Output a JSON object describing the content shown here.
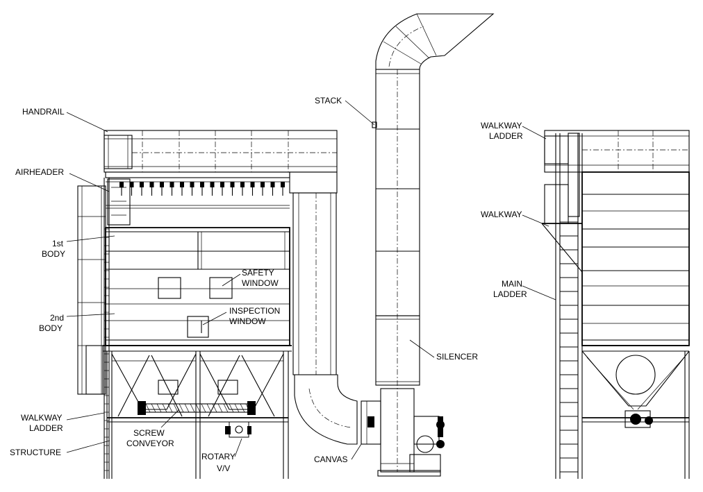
{
  "labels": {
    "handrail": "HANDRAIL",
    "airheader": "AIRHEADER",
    "body1_line1": "1st",
    "body1_line2": "BODY",
    "body2_line1": "2nd",
    "body2_line2": "BODY",
    "safety_line1": "SAFETY",
    "safety_line2": "WINDOW",
    "inspection_line1": "INSPECTION",
    "inspection_line2": "WINDOW",
    "walkway_ladder_left_line1": "WALKWAY",
    "walkway_ladder_left_line2": "LADDER",
    "structure": "STRUCTURE",
    "screw_line1": "SCREW",
    "screw_line2": "CONVEYOR",
    "rotary_line1": "ROTARY",
    "rotary_line2": "V/V",
    "stack": "STACK",
    "silencer": "SILENCER",
    "canvas": "CANVAS",
    "walkway_ladder_right_line1": "WALKWAY",
    "walkway_ladder_right_line2": "LADDER",
    "walkway": "WALKWAY",
    "main_ladder_line1": "MAIN",
    "main_ladder_line2": "LADDER"
  }
}
